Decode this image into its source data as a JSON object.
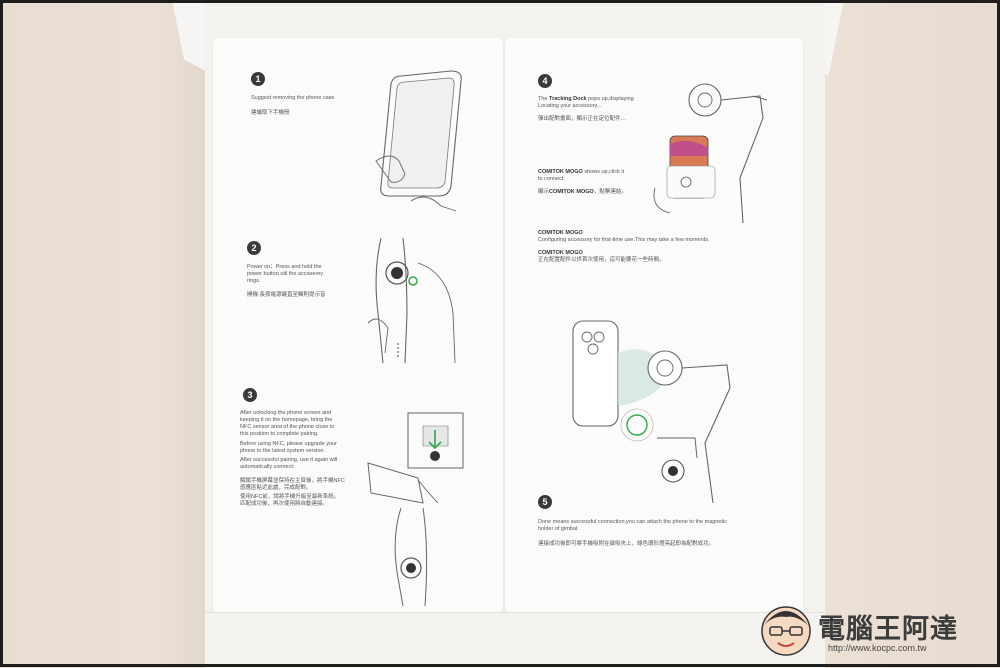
{
  "steps": [
    {
      "num": "1",
      "en": "Suggest removing the phone case",
      "zh": "建議取下手機殼"
    },
    {
      "num": "2",
      "en_lines": [
        "Power on：Press and hold the",
        "power button util the accseeory",
        "rings."
      ],
      "zh": "開機:長按電源鍵直至觸則提示音"
    },
    {
      "num": "3",
      "en_lines": [
        "After unlocking the phone screen and",
        "keeping it on the homepage, bring the",
        "NFC sensor area of the phone close to",
        "this position to complete pairing.",
        "Before using NFC, please upgrade your",
        "phone to the latest system version.",
        "After successful pairing, use it again will",
        "automatically connect."
      ],
      "zh_lines": [
        "解鎖手機屏幕並保持在主頁後，將手機NFC",
        "感應區貼近此處，完成配對。",
        "使用NFC前，請將手機升級至最新系統。",
        "匹配成功後，再次使用將自動連接。"
      ]
    },
    {
      "num": "4",
      "line1_pre": "The",
      "line1_bold": "Tracking Dock",
      "line1_post": "pops up,displaying",
      "line2": "Locating your accessory...",
      "zh1": "彈出配對畫面，顯示正在定位配件…",
      "comitok1_bold": "COMITOK MOGO",
      "comitok1_rest": "shows up,click it",
      "comitok1_line2": "to connect.",
      "zh2_pre": "顯示",
      "zh2_bold": "COMITOK MOGO",
      "zh2_post": "，點擊連結。",
      "comitok2_bold": "COMITOK MOGO",
      "comitok2_rest": "Configuring accessory for first-time use.This may take a few moments.",
      "comitok3_bold": "COMITOK MOGO",
      "zh3": "正在配置配件以供首次使用，這可能要花一些時間。"
    },
    {
      "num": "5",
      "en_lines": [
        "Done means successful connection,you can attach the phone to the magnetic",
        "holder of gimbal."
      ],
      "zh": "連接成功後即可將手機吸附在磁吸夾上，綠色環形燈亮起即為配對成功。"
    }
  ],
  "watermark": {
    "title": "電腦王阿達",
    "url": "http://www.kocpc.com.tw"
  }
}
